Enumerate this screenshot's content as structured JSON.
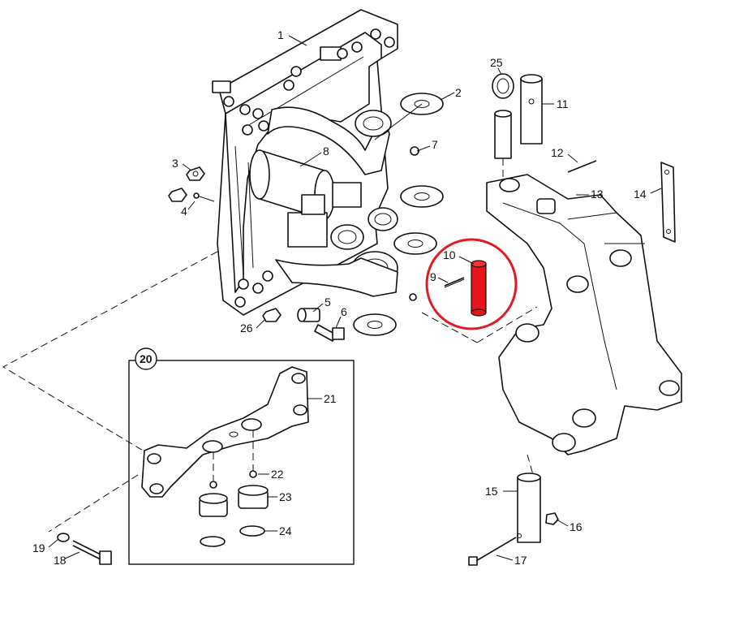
{
  "labels": {
    "p1": "1",
    "p2": "2",
    "p3": "3",
    "p4": "4",
    "p5": "5",
    "p6": "6",
    "p7": "7",
    "p8": "8",
    "p9": "9",
    "p10": "10",
    "p11": "11",
    "p12": "12",
    "p13": "13",
    "p14": "14",
    "p15": "15",
    "p16": "16",
    "p17": "17",
    "p18": "18",
    "p19": "19",
    "p20": "20",
    "p21": "21",
    "p22": "22",
    "p23": "23",
    "p24": "24",
    "p25": "25",
    "p26": "26"
  },
  "highlight": {
    "part": "10",
    "pin_color": "#e8141b",
    "ring_color": "#e01b24"
  }
}
